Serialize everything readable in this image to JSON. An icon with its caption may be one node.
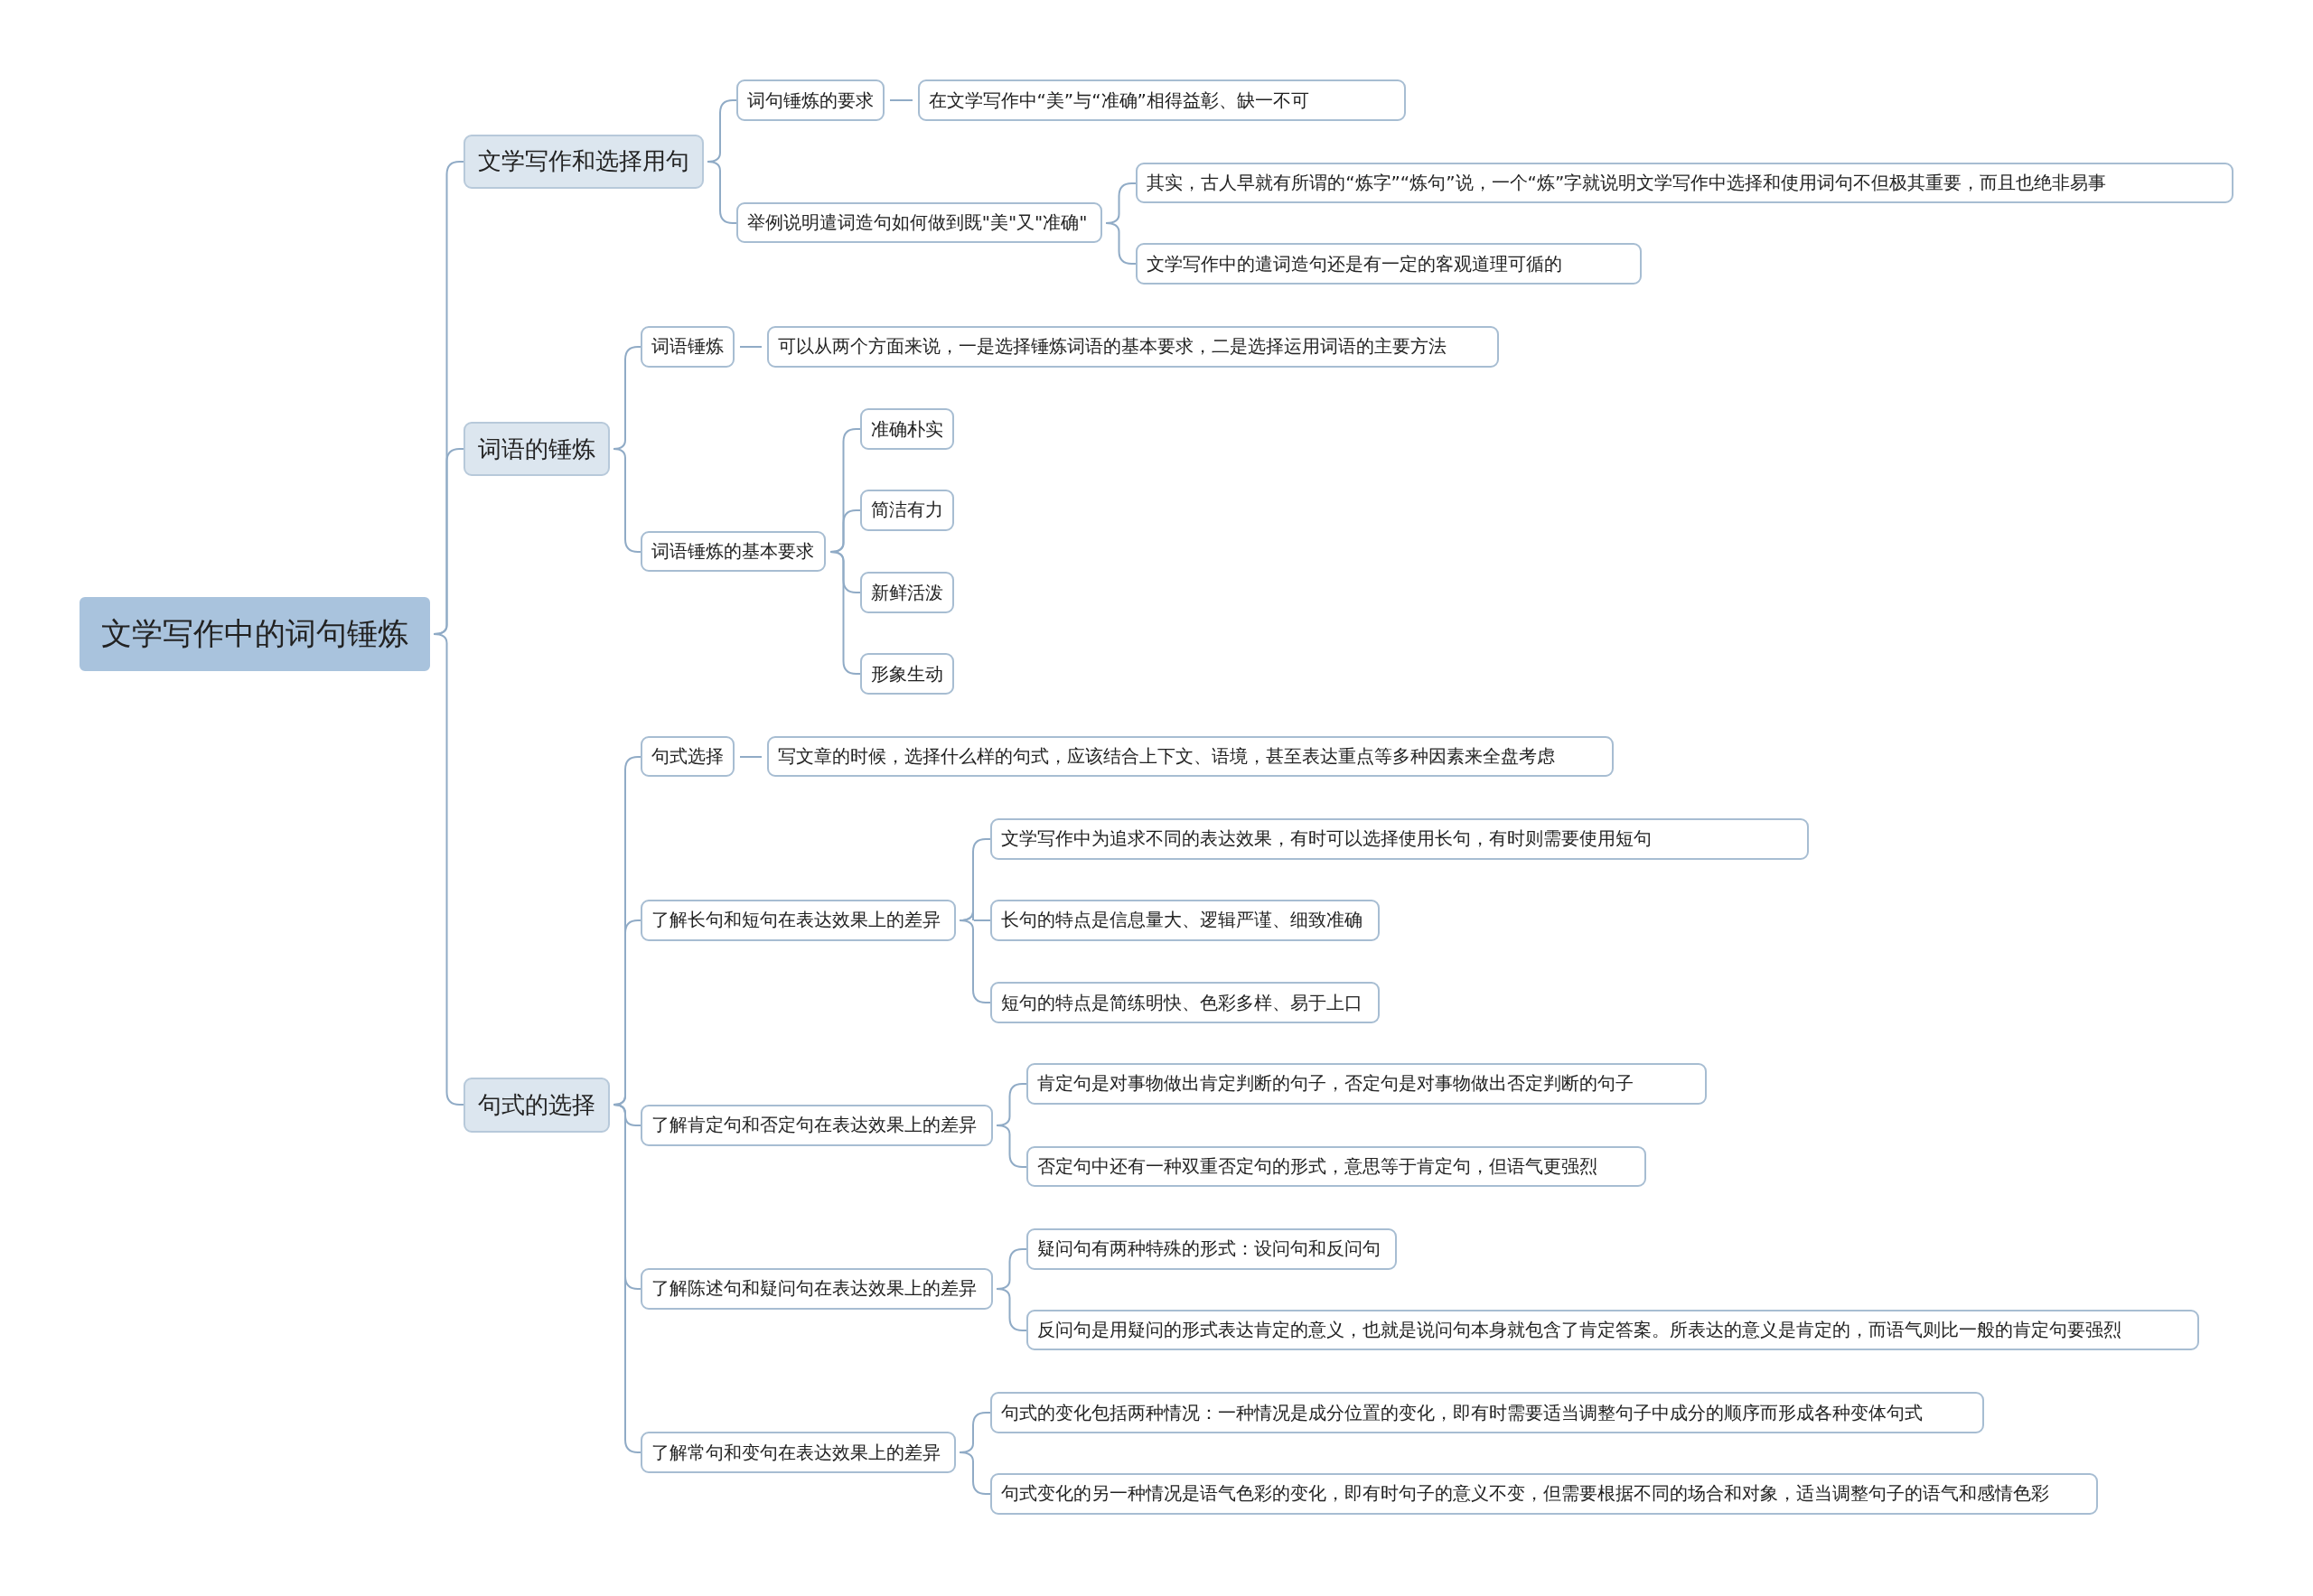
{
  "diagram": {
    "nodes": [
      {
        "text": [
          "文学写作中的词句锤炼"
        ]
      },
      {
        "text": [
          "文学写作和选择用句"
        ]
      },
      {
        "text": [
          "词句锤炼的要求"
        ]
      },
      {
        "text": [
          "在文学写作中“美”与“准确”相得益彰、缺一不可"
        ]
      },
      {
        "text": [
          "举例说明遣词造句如何做到既\"美\"又\"准确\""
        ]
      },
      {
        "text": [
          "其实，古人早就有所谓的“炼字”“炼句”说，一个“炼”字就说明文学写作中选择和使用词句不但极其重要，而且也绝非易事"
        ]
      },
      {
        "text": [
          "文学写作中的遣词造句还是有一定的客观道理可循的"
        ]
      },
      {
        "text": [
          "词语的锤炼"
        ]
      },
      {
        "text": [
          "词语锤炼"
        ]
      },
      {
        "text": [
          "可以从两个方面来说，一是选择锤炼词语的基本要求，二是选择运用词语的主要方法"
        ]
      },
      {
        "text": [
          "词语锤炼的基本要求"
        ]
      },
      {
        "text": [
          "准确朴实"
        ]
      },
      {
        "text": [
          "简洁有力"
        ]
      },
      {
        "text": [
          "新鲜活泼"
        ]
      },
      {
        "text": [
          "形象生动"
        ]
      },
      {
        "text": [
          "句式的选择"
        ]
      },
      {
        "text": [
          "句式选择"
        ]
      },
      {
        "text": [
          "写文章的时候，选择什么样的句式，应该结合上下文、语境，甚至表达重点等多种因素来全盘考虑"
        ]
      },
      {
        "text": [
          "了解长句和短句在表达效果上的差异"
        ]
      },
      {
        "text": [
          "文学写作中为追求不同的表达效果，有时可以选择使用长句，有时则需要使用短句"
        ]
      },
      {
        "text": [
          "长句的特点是信息量大、逻辑严谨、细致准确"
        ]
      },
      {
        "text": [
          "短句的特点是简练明快、色彩多样、易于上口"
        ]
      },
      {
        "text": [
          "了解肯定句和否定句在表达效果上的差异"
        ]
      },
      {
        "text": [
          "肯定句是对事物做出肯定判断的句子，否定句是对事物做出否定判断的句子"
        ]
      },
      {
        "text": [
          "否定句中还有一种双重否定句的形式，意思等于肯定句，但语气更强烈"
        ]
      },
      {
        "text": [
          "了解陈述句和疑问句在表达效果上的差异"
        ]
      },
      {
        "text": [
          "疑问句有两种特殊的形式：设问句和反问句"
        ]
      },
      {
        "text": [
          "反问句是用疑问的形式表达肯定的意义，也就是说问句本身就包含了肯定答案。所表达的意义是肯定的，而语气则比一般的肯定句要强烈"
        ]
      },
      {
        "text": [
          "了解常句和变句在表达效果上的差异"
        ]
      },
      {
        "text": [
          "句式的变化包括两种情况：一种情况是成分位置的变化，即有时需要适当调整句子中成分的顺序而形成各种变体句式"
        ]
      },
      {
        "text": [
          "句式变化的另一种情况是语气色彩的变化，即有时句子的意义不变，但需要根据不同的场合和对象，适当调整句子的语气和感情色彩"
        ]
      }
    ],
    "edges": [
      {
        "from": 0,
        "to": 1,
        "arrow": "none"
      },
      {
        "from": 1,
        "to": 2,
        "arrow": "none"
      },
      {
        "from": 2,
        "to": 3,
        "arrow": "none"
      },
      {
        "from": 1,
        "to": 4,
        "arrow": "none"
      },
      {
        "from": 4,
        "to": 5,
        "arrow": "none"
      },
      {
        "from": 4,
        "to": 6,
        "arrow": "none"
      },
      {
        "from": 0,
        "to": 7,
        "arrow": "none"
      },
      {
        "from": 7,
        "to": 8,
        "arrow": "none"
      },
      {
        "from": 8,
        "to": 9,
        "arrow": "none"
      },
      {
        "from": 7,
        "to": 10,
        "arrow": "none"
      },
      {
        "from": 10,
        "to": 11,
        "arrow": "none"
      },
      {
        "from": 10,
        "to": 12,
        "arrow": "none"
      },
      {
        "from": 10,
        "to": 13,
        "arrow": "none"
      },
      {
        "from": 10,
        "to": 14,
        "arrow": "none"
      },
      {
        "from": 0,
        "to": 15,
        "arrow": "none"
      },
      {
        "from": 15,
        "to": 16,
        "arrow": "none"
      },
      {
        "from": 16,
        "to": 17,
        "arrow": "none"
      },
      {
        "from": 15,
        "to": 18,
        "arrow": "none"
      },
      {
        "from": 18,
        "to": 19,
        "arrow": "none"
      },
      {
        "from": 18,
        "to": 20,
        "arrow": "none"
      },
      {
        "from": 18,
        "to": 21,
        "arrow": "none"
      },
      {
        "from": 15,
        "to": 22,
        "arrow": "none"
      },
      {
        "from": 22,
        "to": 23,
        "arrow": "none"
      },
      {
        "from": 22,
        "to": 24,
        "arrow": "none"
      },
      {
        "from": 15,
        "to": 25,
        "arrow": "none"
      },
      {
        "from": 25,
        "to": 26,
        "arrow": "none"
      },
      {
        "from": 25,
        "to": 27,
        "arrow": "none"
      },
      {
        "from": 15,
        "to": 28,
        "arrow": "none"
      },
      {
        "from": 28,
        "to": 29,
        "arrow": "none"
      },
      {
        "from": 28,
        "to": 30,
        "arrow": "none"
      }
    ]
  }
}
